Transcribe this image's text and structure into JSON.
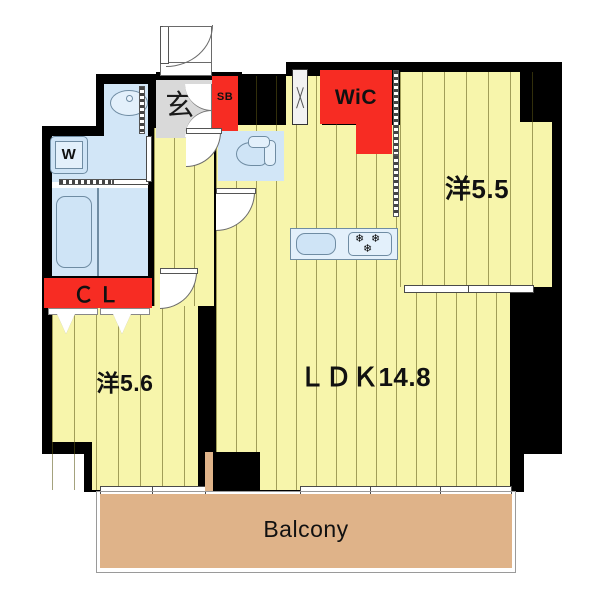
{
  "plan": {
    "type": "apartment-floor-plan",
    "rooms": [
      {
        "id": "ldk",
        "label": "ＬＤＫ14.8",
        "kind": "living-dining-kitchen",
        "size_jo": 14.8
      },
      {
        "id": "western-55",
        "label": "洋5.5",
        "kind": "western-room",
        "size_jo": 5.5
      },
      {
        "id": "western-56",
        "label": "洋5.6",
        "kind": "western-room",
        "size_jo": 5.6
      },
      {
        "id": "balcony",
        "label": "Balcony",
        "kind": "balcony"
      },
      {
        "id": "wic",
        "label": "WiC",
        "kind": "walk-in-closet"
      },
      {
        "id": "cl",
        "label": "ＣＬ",
        "kind": "closet"
      },
      {
        "id": "genkan",
        "label": "玄",
        "kind": "entrance"
      },
      {
        "id": "sb",
        "label": "SB",
        "kind": "shoe-box"
      }
    ],
    "fixtures": [
      {
        "id": "washer",
        "label": "W",
        "kind": "washing-machine"
      },
      {
        "id": "vanity",
        "label": "",
        "kind": "wash-basin"
      },
      {
        "id": "bathtub",
        "label": "",
        "kind": "bathtub"
      },
      {
        "id": "toilet",
        "label": "",
        "kind": "toilet"
      },
      {
        "id": "sink",
        "label": "",
        "kind": "kitchen-sink"
      },
      {
        "id": "stove",
        "label": "",
        "kind": "gas-stove-3-burner"
      }
    ],
    "colors": {
      "floor_yellow": "#f7f5ab",
      "floor_blue": "#d2e6f7",
      "closet_red": "#f72c23",
      "balcony_tan": "#dfb389",
      "entrance_gray": "#d9d9d9",
      "wall_black": "#000000"
    },
    "legend": {
      "ldk_label": "ＬＤＫ14.8",
      "western_55_label": "洋5.5",
      "western_56_label": "洋5.6",
      "balcony_label": "Balcony",
      "wic_label": "WiC",
      "cl_label": "ＣＬ",
      "genkan_label": "玄",
      "sb_label": "SB",
      "washer_label": "W"
    }
  }
}
